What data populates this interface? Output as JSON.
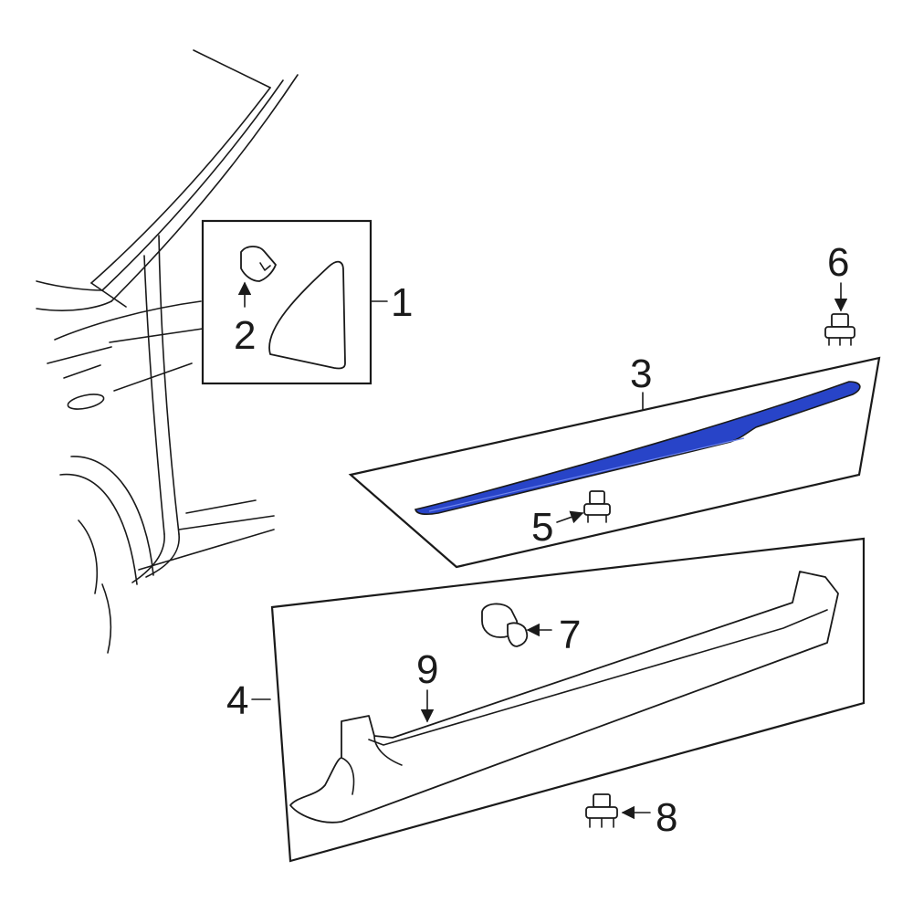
{
  "diagram": {
    "callouts": [
      {
        "id": "c1",
        "label": "1"
      },
      {
        "id": "c2",
        "label": "2"
      },
      {
        "id": "c3",
        "label": "3"
      },
      {
        "id": "c4",
        "label": "4"
      },
      {
        "id": "c5",
        "label": "5"
      },
      {
        "id": "c6",
        "label": "6"
      },
      {
        "id": "c7",
        "label": "7"
      },
      {
        "id": "c8",
        "label": "8"
      },
      {
        "id": "c9",
        "label": "9"
      }
    ],
    "colors": {
      "line": "#1a1a1a",
      "background": "#ffffff",
      "highlight": "#2844c8"
    }
  }
}
